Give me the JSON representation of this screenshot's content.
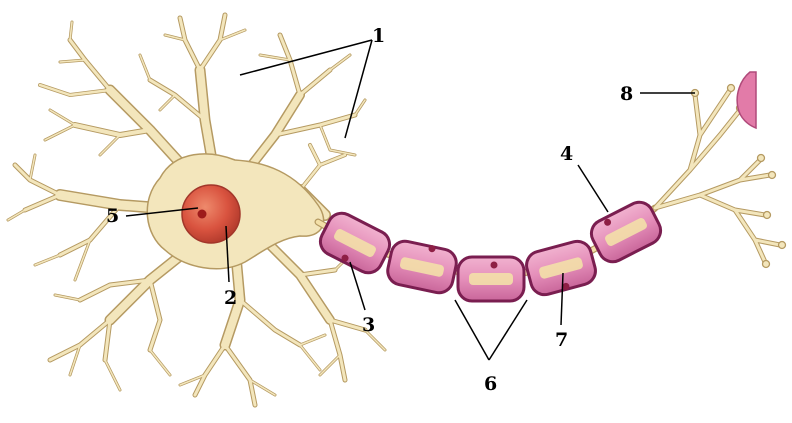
{
  "labels": {
    "l1": "1",
    "l2": "2",
    "l3": "3",
    "l4": "4",
    "l5": "5",
    "l6": "6",
    "l7": "7",
    "l8": "8"
  },
  "colors": {
    "neuron_fill": "#F3E6BC",
    "neuron_stroke": "#B59A62",
    "nucleus": "#D9533F",
    "nucleolus": "#9E1B1B",
    "myelin_fill": "#E58FBA",
    "myelin_stroke": "#7A1E50",
    "axon_core": "#F3E0A8",
    "schwann_nucleus": "#8E1F45",
    "terminal": "#E27BA8",
    "leader_line": "#000000"
  }
}
